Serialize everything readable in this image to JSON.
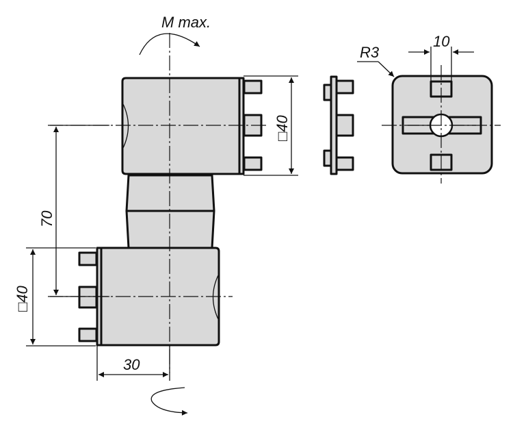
{
  "drawing": {
    "title": "Hinge dimensional drawing",
    "colors": {
      "part_fill": "#d9d9d9",
      "line": "#111111",
      "background": "#ffffff"
    },
    "labels": {
      "moment": "M max.",
      "radius": "R3",
      "width_10": "10",
      "square_40_top": "□40",
      "square_40_bottom": "□40",
      "distance_70": "70",
      "offset_30": "30"
    }
  }
}
